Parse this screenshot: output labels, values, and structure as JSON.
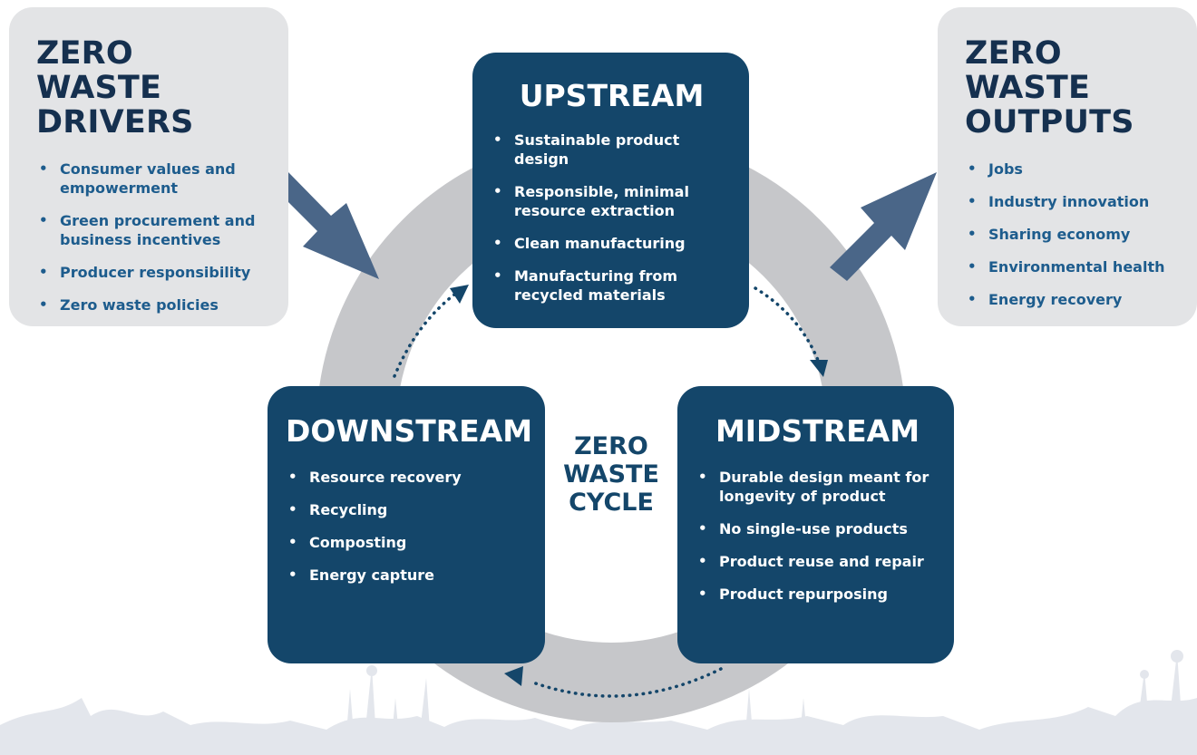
{
  "center_label": [
    "ZERO",
    "WASTE",
    "CYCLE"
  ],
  "drivers": {
    "title": [
      "ZERO WASTE",
      "DRIVERS"
    ],
    "items": [
      "Consumer values and empowerment",
      "Green procurement and business incentives",
      "Producer responsibility",
      "Zero waste policies"
    ]
  },
  "outputs": {
    "title": [
      "ZERO WASTE",
      "OUTPUTS"
    ],
    "items": [
      "Jobs",
      "Industry innovation",
      "Sharing economy",
      "Environmental health",
      "Energy recovery"
    ]
  },
  "upstream": {
    "title": "UPSTREAM",
    "items": [
      "Sustainable product design",
      "Responsible, minimal resource extraction",
      "Clean manufacturing",
      "Manufacturing from recycled materials"
    ]
  },
  "midstream": {
    "title": "MIDSTREAM",
    "items": [
      "Durable design meant for longevity of product",
      "No single-use products",
      "Product reuse and repair",
      "Product repurposing"
    ]
  },
  "downstream": {
    "title": "DOWNSTREAM",
    "items": [
      "Resource recovery",
      "Recycling",
      "Composting",
      "Energy capture"
    ]
  },
  "colors": {
    "dark_box": "#14466a",
    "light_box": "#e3e4e6",
    "ring": "#c6c7ca",
    "arrow": "#4a6688",
    "title_dark": "#15304f",
    "bullet_text_light": "#1d5c8d"
  }
}
